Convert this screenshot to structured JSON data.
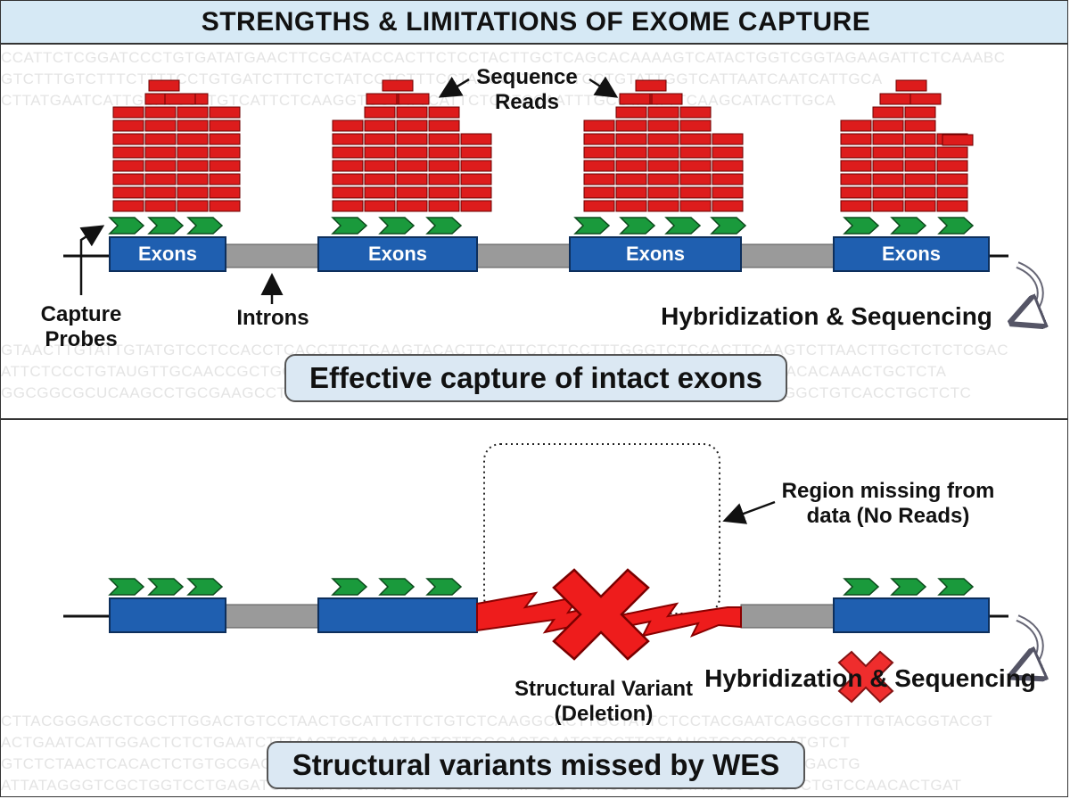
{
  "title": "STRENGTHS & LIMITATIONS OF EXOME CAPTURE",
  "background_sequences": {
    "top": [
      "CCATTCTCGGATCCCTGTGATATGAACTTCGCATACCACTTCTCCTACTTGCTCAGCACAAAAGTCATACTGGTCGGTAGAAGATTCTCAAABC",
      "GTCTTTGTCTTTCTTTTCCTGTGATCTTTCTCTATCCTCTTTCCTAAGCATGTTTTCCTGTATTGGTCATTAATCAATCATTGCA",
      "CTTATGAATCATTGCATCCTTGTCATTCTCAAGGTCGTATTCATTCTCCTCCAATTTGCCTAATTTCAAGCATACTTGCA"
    ],
    "middle": [
      "GTAACTTGTATTGTATGTCCTCCACCTCACCTTCTCAAGTACACTTCATTCTCTCCTTTGGGTCTCCACTTCAAGTCTTAACTTGCTCTCTCGAC",
      "ATTCTCCCTGTAUGTTGCAACCGCTGCTTCTCAATCTCGGACTCAGCTCTTCTTCTGCCTGAATCTCTGTGTCACACAAACTGCTCTA",
      "GGCGGCGCUCAAGCCTGCGAAGCCTGCCCTATTGGCGACTCCGCTGCCCTTCTTTCCCGGCCCGCCTCTGGGCTGTCACCTGCTCTC"
    ],
    "bottom": [
      "CTTACGGGAGCTCGCTTGGACTGTCCTAACTGCATTCTTCTGTCTCAAGGCACTTGCTATTCTCCTACGAATCAGGCGTTTGTACGGTACGT",
      "ACTGAATCATTGGACTCTCTGAATCTTTAACTCTCAAATAGTCTTGGCACTCAATGTCCTTCTAAUGTGCCCCCATGTCT",
      "GTCTCTAACTCACACTCTGTGCGAGTACTCGACTCCCTTCAATGTTCCTCGACGAGCACGGAGACGTATGGAATGACTG",
      "ATTATAGGGTCGCTGGTCCTGAGATGTCTAAGTCAAGCACTCCTTTTTATGGGCATACCTGTCGTATAGTCGTGTCTGTCCAACACTGAT"
    ]
  },
  "top_panel": {
    "exons": [
      {
        "label": "Exons"
      },
      {
        "label": "Exons"
      },
      {
        "label": "Exons"
      },
      {
        "label": "Exons"
      }
    ],
    "sequence_reads_label": "Sequence\nReads",
    "capture_probes_label": "Capture\nProbes",
    "introns_label": "Introns",
    "process_label": "Hybridization & Sequencing",
    "callout": "Effective capture of intact exons"
  },
  "bottom_panel": {
    "missing_region_label": "Region missing from\ndata (No Reads)",
    "variant_label": "Structural Variant\n(Deletion)",
    "process_label": "Hybridization & Sequencing",
    "callout": "Structural variants missed by WES"
  },
  "colors": {
    "exon": "#1f5fb0",
    "intron": "#9a9a9a",
    "probe": "#1a9a3c",
    "read": "#dd1c1c",
    "callout_bg": "#dbe8f3",
    "title_bg": "#d6e9f5",
    "deletion": "#ee1c1c"
  },
  "icons": [
    "capture-probe-icon",
    "sequence-read-icon",
    "curved-arrow-icon",
    "red-x-icon",
    "jagged-break-icon"
  ]
}
